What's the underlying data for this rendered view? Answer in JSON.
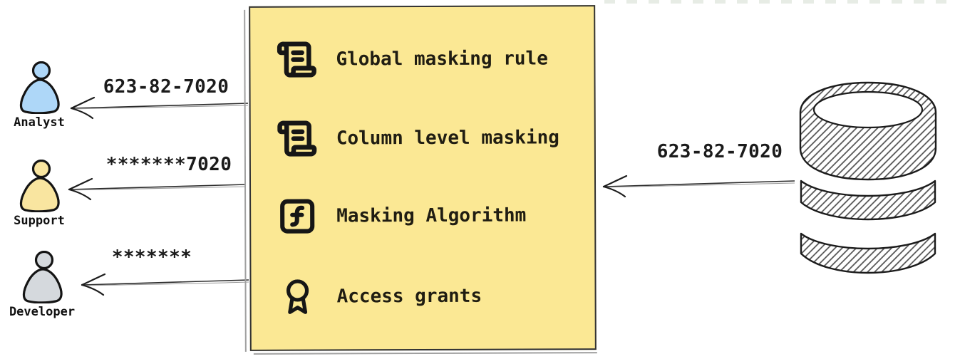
{
  "diagram": {
    "panel": {
      "bg_color": "#FBE894",
      "border_color": "#333333",
      "items": [
        {
          "icon": "scroll-text-icon",
          "label": "Global masking rule"
        },
        {
          "icon": "scroll-text-icon",
          "label": "Column level masking"
        },
        {
          "icon": "function-square-icon",
          "label": "Masking Algorithm"
        },
        {
          "icon": "award-icon",
          "label": "Access grants"
        }
      ]
    },
    "actors": [
      {
        "name": "Analyst",
        "fill_color": "#AED7F8",
        "received_value": "623-82-7020"
      },
      {
        "name": "Support",
        "fill_color": "#F9E5A0",
        "received_value": "*******7020"
      },
      {
        "name": "Developer",
        "fill_color": "#D5D9DD",
        "received_value": "*******"
      }
    ],
    "database": {
      "icon": "database-icon",
      "outgoing_value": "623-82-7020"
    }
  }
}
